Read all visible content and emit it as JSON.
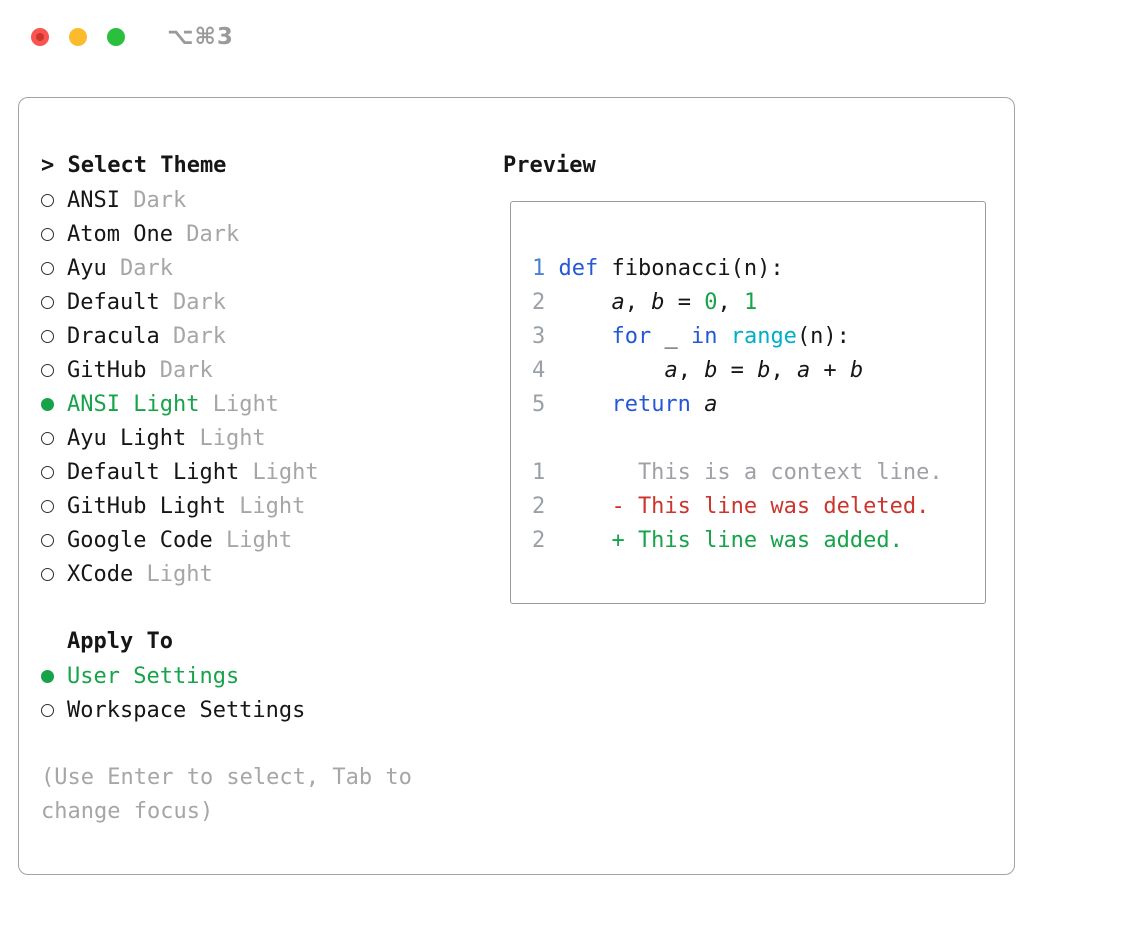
{
  "titlebar": {
    "shortcut": "⌥⌘3"
  },
  "theme_list": {
    "title": "> Select Theme",
    "items": [
      {
        "name": "ANSI",
        "variant": "Dark",
        "selected": false
      },
      {
        "name": "Atom One",
        "variant": "Dark",
        "selected": false
      },
      {
        "name": "Ayu",
        "variant": "Dark",
        "selected": false
      },
      {
        "name": "Default",
        "variant": "Dark",
        "selected": false
      },
      {
        "name": "Dracula",
        "variant": "Dark",
        "selected": false
      },
      {
        "name": "GitHub",
        "variant": "Dark",
        "selected": false
      },
      {
        "name": "ANSI Light",
        "variant": "Light",
        "selected": true
      },
      {
        "name": "Ayu Light",
        "variant": "Light",
        "selected": false
      },
      {
        "name": "Default Light",
        "variant": "Light",
        "selected": false
      },
      {
        "name": "GitHub Light",
        "variant": "Light",
        "selected": false
      },
      {
        "name": "Google Code",
        "variant": "Light",
        "selected": false
      },
      {
        "name": "XCode",
        "variant": "Light",
        "selected": false
      }
    ]
  },
  "apply_to": {
    "title": "Apply To",
    "options": [
      {
        "label": "User Settings",
        "selected": true
      },
      {
        "label": "Workspace Settings",
        "selected": false
      }
    ]
  },
  "hint": {
    "lines": [
      "(Use Enter to select, Tab to",
      "change focus)"
    ]
  },
  "preview": {
    "title": "Preview",
    "lines": [
      {
        "num": "1",
        "num_color": "blue",
        "tokens": [
          {
            "t": "def",
            "c": "kw"
          },
          {
            "t": " fibonacci(n):",
            "c": "plain"
          }
        ]
      },
      {
        "num": "2",
        "num_color": "gray",
        "tokens": [
          {
            "t": "    ",
            "c": "plain"
          },
          {
            "t": "a",
            "c": "var"
          },
          {
            "t": ", ",
            "c": "plain"
          },
          {
            "t": "b",
            "c": "var"
          },
          {
            "t": " = ",
            "c": "plain"
          },
          {
            "t": "0",
            "c": "num"
          },
          {
            "t": ", ",
            "c": "plain"
          },
          {
            "t": "1",
            "c": "num"
          }
        ]
      },
      {
        "num": "3",
        "num_color": "gray",
        "tokens": [
          {
            "t": "    ",
            "c": "plain"
          },
          {
            "t": "for",
            "c": "kw"
          },
          {
            "t": " _ ",
            "c": "plain"
          },
          {
            "t": "in",
            "c": "kw"
          },
          {
            "t": " ",
            "c": "plain"
          },
          {
            "t": "range",
            "c": "fn"
          },
          {
            "t": "(n):",
            "c": "plain"
          }
        ]
      },
      {
        "num": "4",
        "num_color": "gray",
        "tokens": [
          {
            "t": "        ",
            "c": "plain"
          },
          {
            "t": "a",
            "c": "var"
          },
          {
            "t": ", ",
            "c": "plain"
          },
          {
            "t": "b",
            "c": "var"
          },
          {
            "t": " = ",
            "c": "plain"
          },
          {
            "t": "b",
            "c": "var"
          },
          {
            "t": ", ",
            "c": "plain"
          },
          {
            "t": "a",
            "c": "var"
          },
          {
            "t": " + ",
            "c": "plain"
          },
          {
            "t": "b",
            "c": "var"
          }
        ]
      },
      {
        "num": "5",
        "num_color": "gray",
        "tokens": [
          {
            "t": "    ",
            "c": "plain"
          },
          {
            "t": "return",
            "c": "kw"
          },
          {
            "t": " ",
            "c": "plain"
          },
          {
            "t": "a",
            "c": "var"
          }
        ]
      },
      {
        "num": "",
        "num_color": "gray",
        "tokens": []
      },
      {
        "num": "1",
        "num_color": "gray",
        "tokens": [
          {
            "t": "      This is a context line.",
            "c": "ctx"
          }
        ]
      },
      {
        "num": "2",
        "num_color": "gray",
        "tokens": [
          {
            "t": "    - This line was deleted.",
            "c": "del"
          }
        ]
      },
      {
        "num": "2",
        "num_color": "gray",
        "tokens": [
          {
            "t": "    + This line was added.",
            "c": "add"
          }
        ]
      }
    ]
  },
  "colors": {
    "text": "#161616",
    "muted_gray": "#a6a6a6",
    "accent_green": "#16a34a",
    "keyword_blue": "#2458d6",
    "type_cyan": "#00aec8",
    "number_green": "#16a34a",
    "deleted_red": "#cc342d",
    "context_gray": "#a0a0a6",
    "line_number_gray": "#9aa0a6",
    "line_number_blue": "#4a7fd6",
    "radio_border": "#2f2f2f",
    "panel_border": "#a3a3a3",
    "preview_border": "#9b9b9b",
    "traffic_red": "#f9544e",
    "traffic_yellow": "#fcbb2d",
    "traffic_green": "#2ac03e"
  }
}
